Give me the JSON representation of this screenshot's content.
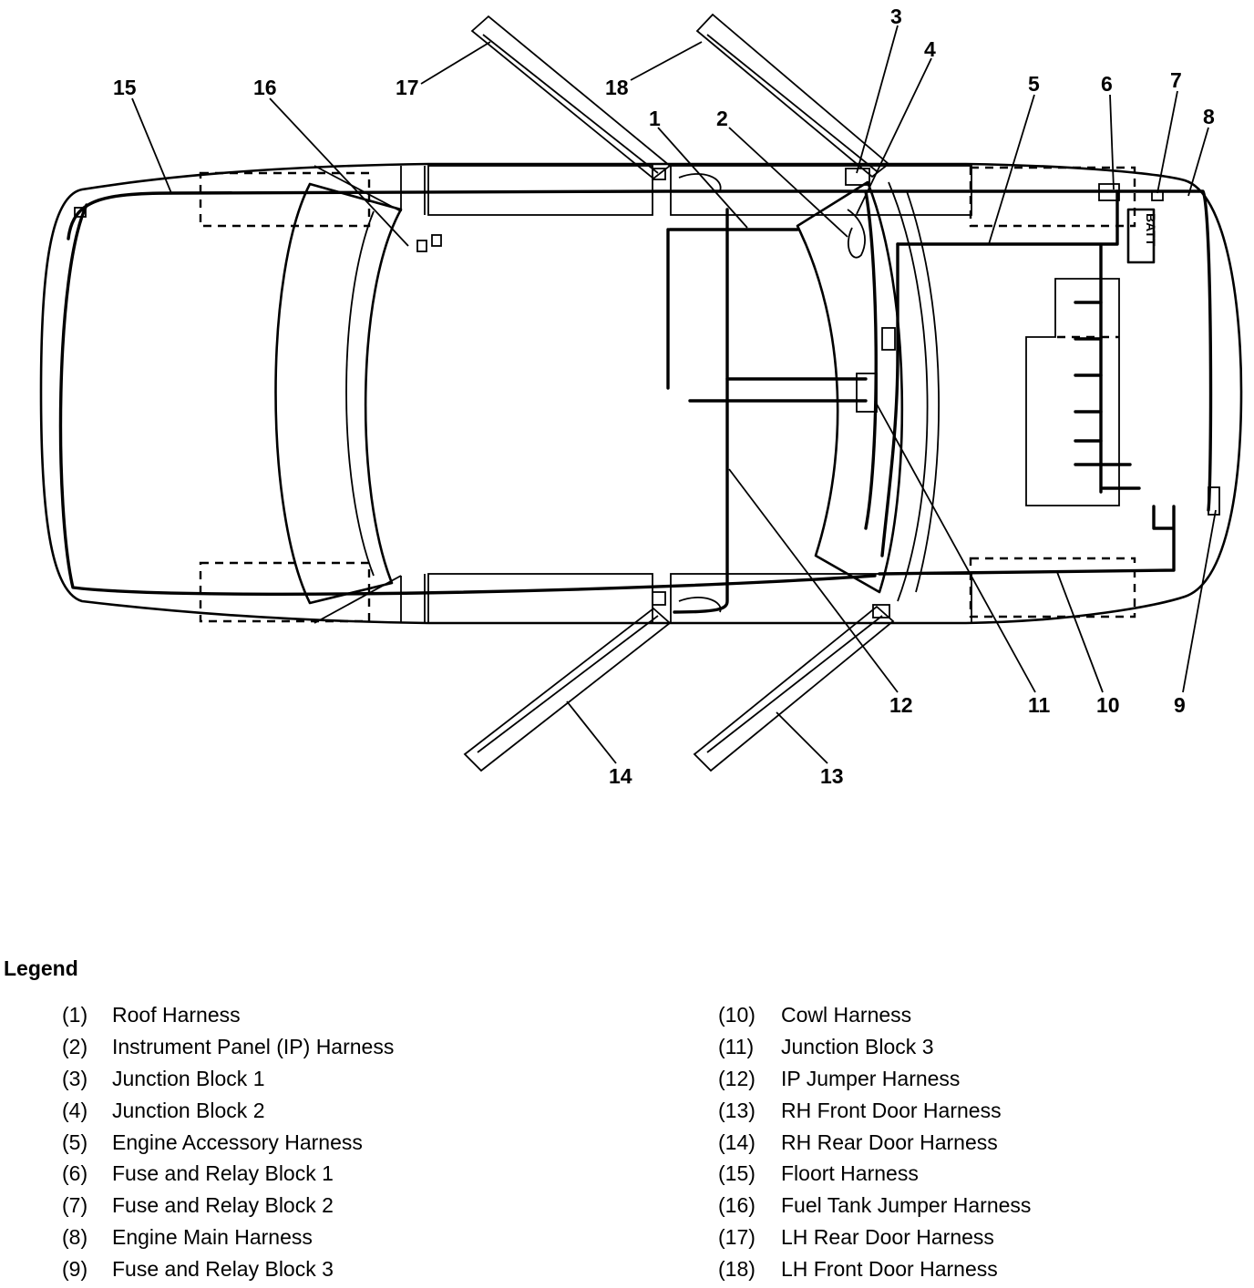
{
  "diagram": {
    "callouts": [
      {
        "id": 1,
        "label": "1"
      },
      {
        "id": 2,
        "label": "2"
      },
      {
        "id": 3,
        "label": "3"
      },
      {
        "id": 4,
        "label": "4"
      },
      {
        "id": 5,
        "label": "5"
      },
      {
        "id": 6,
        "label": "6"
      },
      {
        "id": 7,
        "label": "7"
      },
      {
        "id": 8,
        "label": "8"
      },
      {
        "id": 9,
        "label": "9"
      },
      {
        "id": 10,
        "label": "10"
      },
      {
        "id": 11,
        "label": "11"
      },
      {
        "id": 12,
        "label": "12"
      },
      {
        "id": 13,
        "label": "13"
      },
      {
        "id": 14,
        "label": "14"
      },
      {
        "id": 15,
        "label": "15"
      },
      {
        "id": 16,
        "label": "16"
      },
      {
        "id": 17,
        "label": "17"
      },
      {
        "id": 18,
        "label": "18"
      }
    ],
    "battery_label": "BATT"
  },
  "legend": {
    "title": "Legend",
    "items": [
      {
        "num": "(1)",
        "text": "Roof Harness"
      },
      {
        "num": "(2)",
        "text": "Instrument Panel (IP) Harness"
      },
      {
        "num": "(3)",
        "text": "Junction Block 1"
      },
      {
        "num": "(4)",
        "text": "Junction Block 2"
      },
      {
        "num": "(5)",
        "text": "Engine Accessory Harness"
      },
      {
        "num": "(6)",
        "text": "Fuse and Relay Block 1"
      },
      {
        "num": "(7)",
        "text": "Fuse and Relay Block 2"
      },
      {
        "num": "(8)",
        "text": "Engine Main Harness"
      },
      {
        "num": "(9)",
        "text": "Fuse and Relay Block 3"
      },
      {
        "num": "(10)",
        "text": "Cowl Harness"
      },
      {
        "num": "(11)",
        "text": "Junction Block 3"
      },
      {
        "num": "(12)",
        "text": "IP Jumper Harness"
      },
      {
        "num": "(13)",
        "text": "RH Front Door Harness"
      },
      {
        "num": "(14)",
        "text": "RH Rear Door Harness"
      },
      {
        "num": "(15)",
        "text": "Floort Harness"
      },
      {
        "num": "(16)",
        "text": "Fuel Tank Jumper Harness"
      },
      {
        "num": "(17)",
        "text": "LH Rear Door Harness"
      },
      {
        "num": "(18)",
        "text": "LH Front Door Harness"
      }
    ]
  }
}
